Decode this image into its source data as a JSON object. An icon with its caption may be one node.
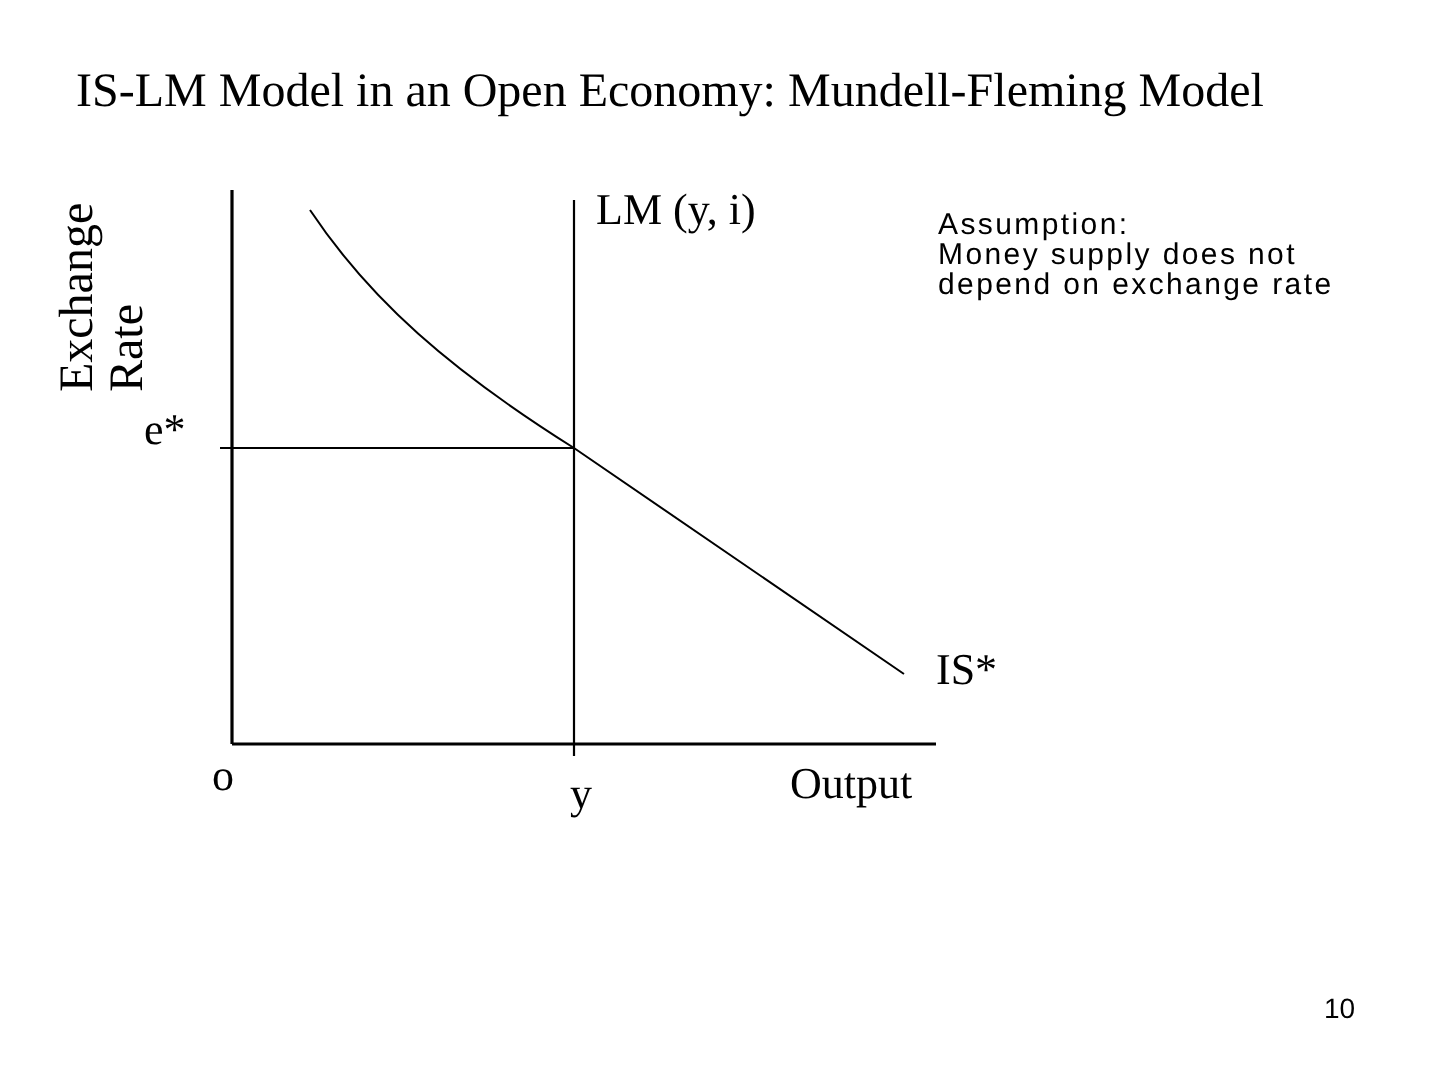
{
  "diagram": {
    "title": "IS-LM Model in an Open Economy: Mundell-Fleming Model",
    "labels": [
      "LM (y, i)",
      "Assumption:",
      "Money supply does not depend on exchange rate",
      "Exchange Rate",
      "e*",
      "IS*",
      "o",
      "y",
      "Output",
      "10"
    ]
  }
}
